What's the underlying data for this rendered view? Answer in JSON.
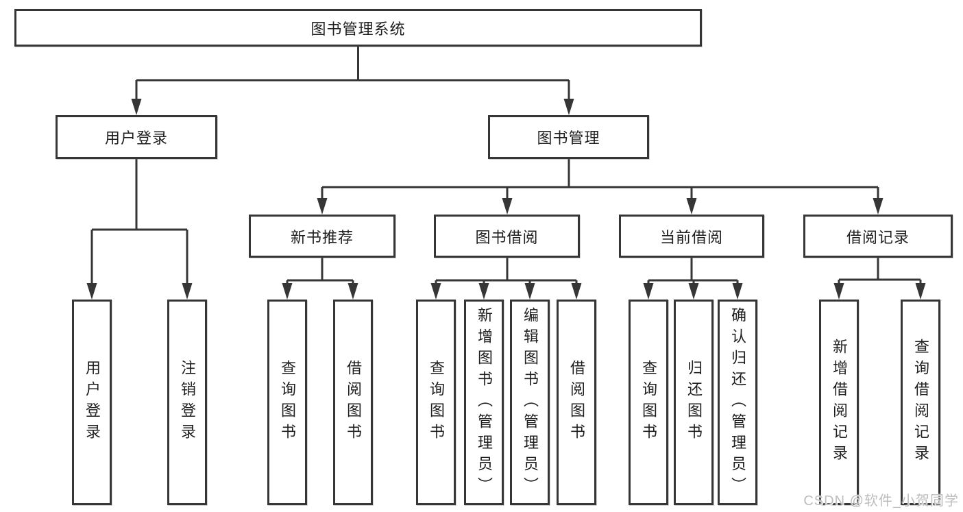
{
  "tree": {
    "root": "图书管理系统",
    "branches": [
      {
        "label": "用户登录",
        "children": [
          "用户登录",
          "注销登录"
        ]
      },
      {
        "label": "图书管理",
        "sections": [
          {
            "label": "新书推荐",
            "children": [
              "查询图书",
              "借阅图书"
            ]
          },
          {
            "label": "图书借阅",
            "children": [
              "查询图书",
              "新增图书（管理员）",
              "编辑图书（管理员）",
              "借阅图书"
            ]
          },
          {
            "label": "当前借阅",
            "children": [
              "查询图书",
              "归还图书",
              "确认归还（管理员）"
            ]
          },
          {
            "label": "借阅记录",
            "children": [
              "新增借阅记录",
              "查询借阅记录"
            ]
          }
        ]
      }
    ]
  },
  "watermark": "CSDN @软件_小贺同学",
  "colors": {
    "line": "#363636",
    "text": "#1f1f1f",
    "watermark": "#bdbdbd",
    "background": "#ffffff"
  }
}
